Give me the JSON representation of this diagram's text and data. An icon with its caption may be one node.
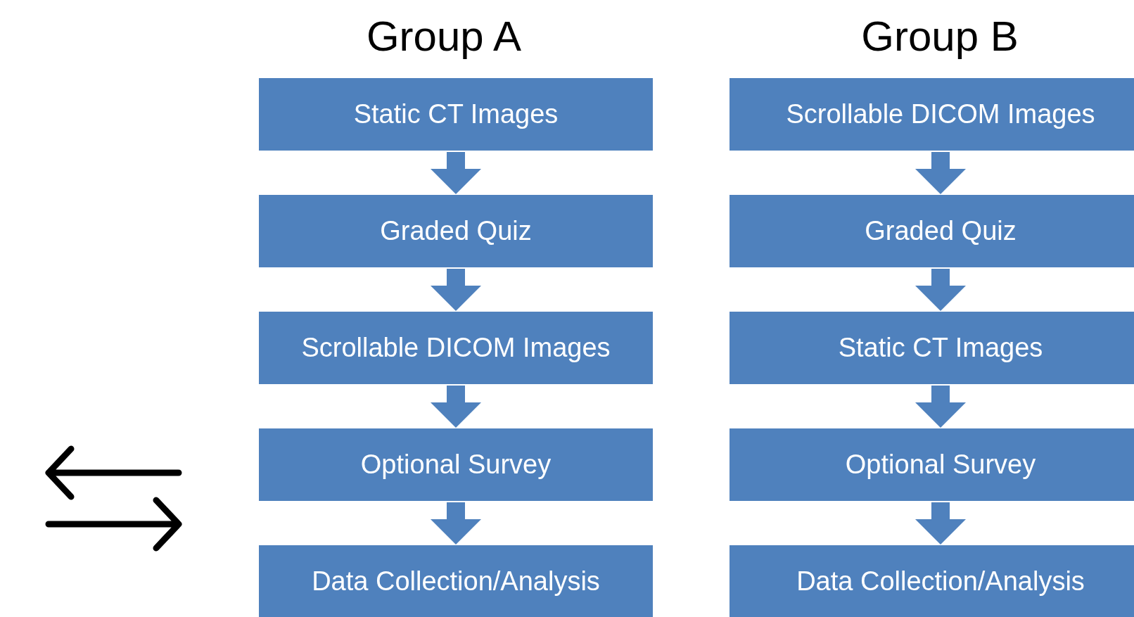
{
  "diagram": {
    "nodes": [
      {
        "text": [
          "Static CT Images"
        ]
      },
      {
        "text": [
          "Graded Quiz"
        ]
      },
      {
        "text": [
          "Scrollable DICOM Images"
        ]
      },
      {
        "text": [
          "Optional Survey"
        ]
      },
      {
        "text": [
          "Data Collection/Analysis"
        ]
      },
      {
        "text": [
          "Scrollable DICOM Images"
        ]
      },
      {
        "text": [
          "Graded Quiz"
        ]
      },
      {
        "text": [
          "Static CT Images"
        ]
      },
      {
        "text": [
          "Optional Survey"
        ]
      },
      {
        "text": [
          "Data Collection/Analysis"
        ]
      }
    ],
    "edges": [
      {
        "from": 0,
        "to": 1,
        "arrow": "to"
      },
      {
        "from": 1,
        "to": 2,
        "arrow": "to"
      },
      {
        "from": 2,
        "to": 3,
        "arrow": "to"
      },
      {
        "from": 3,
        "to": 4,
        "arrow": "to"
      },
      {
        "from": 5,
        "to": 6,
        "arrow": "to"
      },
      {
        "from": 6,
        "to": 7,
        "arrow": "to"
      },
      {
        "from": 7,
        "to": 8,
        "arrow": "to"
      },
      {
        "from": 8,
        "to": 9,
        "arrow": "to"
      }
    ],
    "labels": [
      "Group A",
      "Group B"
    ]
  }
}
